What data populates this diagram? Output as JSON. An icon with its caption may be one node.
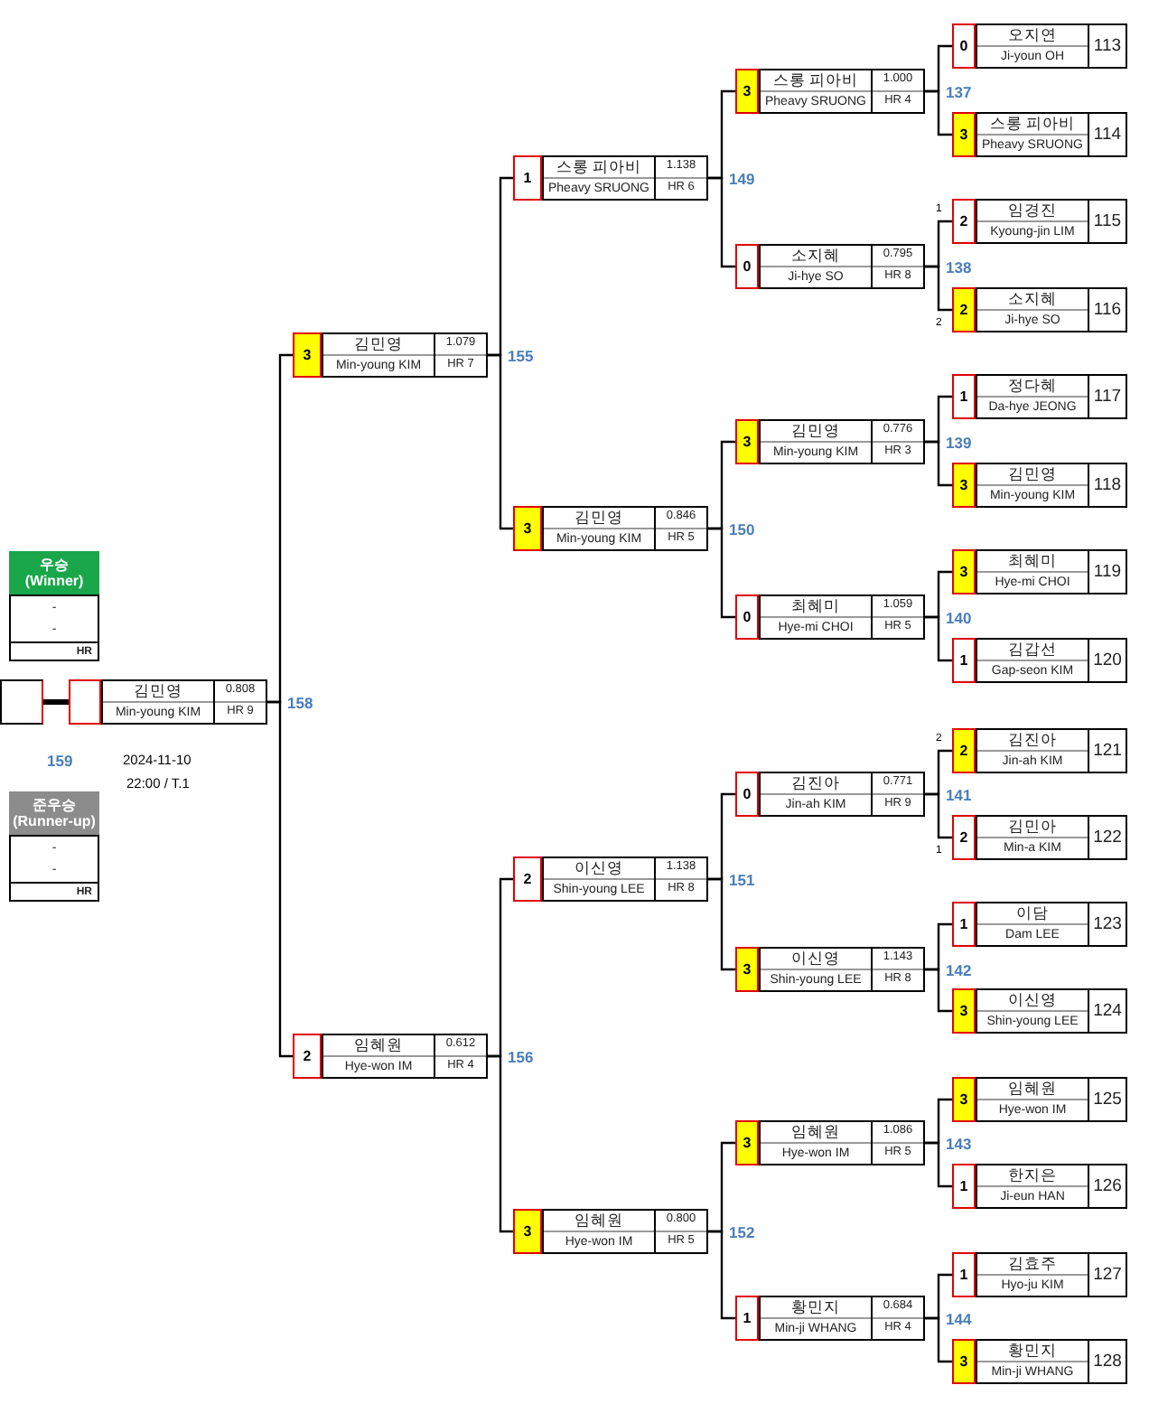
{
  "diagram": {
    "nodes": [
      {
        "text": [
          "우승 (Winner)",
          "-",
          "-",
          "HR"
        ]
      },
      {
        "text": [
          "준우승 (Runner-up)",
          "-",
          "-",
          "HR"
        ]
      },
      {
        "text": [],
        "shape": "box"
      },
      {
        "text": [
          "김민영",
          "Min-young KIM",
          "0.808",
          "HR 9"
        ]
      },
      {
        "text": [
          "3",
          "김민영",
          "Min-young KIM",
          "1.079",
          "HR 7"
        ]
      },
      {
        "text": [
          "2",
          "임혜원",
          "Hye-won IM",
          "0.612",
          "HR 4"
        ]
      },
      {
        "text": [
          "1",
          "스롱 피아비",
          "Pheavy SRUONG",
          "1.138",
          "HR 6"
        ]
      },
      {
        "text": [
          "3",
          "김민영",
          "Min-young KIM",
          "0.846",
          "HR 5"
        ]
      },
      {
        "text": [
          "2",
          "이신영",
          "Shin-young LEE",
          "1.138",
          "HR 8"
        ]
      },
      {
        "text": [
          "3",
          "임혜원",
          "Hye-won IM",
          "0.800",
          "HR 5"
        ]
      },
      {
        "text": [
          "3",
          "스롱 피아비",
          "Pheavy SRUONG",
          "1.000",
          "HR 4"
        ]
      },
      {
        "text": [
          "0",
          "소지혜",
          "Ji-hye SO",
          "0.795",
          "HR 8"
        ]
      },
      {
        "text": [
          "3",
          "김민영",
          "Min-young KIM",
          "0.776",
          "HR 3"
        ]
      },
      {
        "text": [
          "0",
          "최혜미",
          "Hye-mi CHOI",
          "1.059",
          "HR 5"
        ]
      },
      {
        "text": [
          "0",
          "김진아",
          "Jin-ah KIM",
          "0.771",
          "HR 9"
        ]
      },
      {
        "text": [
          "3",
          "이신영",
          "Shin-young LEE",
          "1.143",
          "HR 8"
        ]
      },
      {
        "text": [
          "3",
          "임혜원",
          "Hye-won IM",
          "1.086",
          "HR 5"
        ]
      },
      {
        "text": [
          "1",
          "황민지",
          "Min-ji WHANG",
          "0.684",
          "HR 4"
        ]
      },
      {
        "text": [
          "0",
          "오지연",
          "Ji-youn OH",
          "113"
        ]
      },
      {
        "text": [
          "3",
          "스롱 피아비",
          "Pheavy SRUONG",
          "114"
        ]
      },
      {
        "text": [
          "2",
          "임경진",
          "Kyoung-jin LIM",
          "115"
        ],
        "beside": [
          "1"
        ]
      },
      {
        "text": [
          "2",
          "소지혜",
          "Ji-hye SO",
          "116"
        ],
        "beside": [
          "2"
        ]
      },
      {
        "text": [
          "1",
          "정다혜",
          "Da-hye JEONG",
          "117"
        ]
      },
      {
        "text": [
          "3",
          "김민영",
          "Min-young KIM",
          "118"
        ]
      },
      {
        "text": [
          "3",
          "최혜미",
          "Hye-mi CHOI",
          "119"
        ]
      },
      {
        "text": [
          "1",
          "김갑선",
          "Gap-seon KIM",
          "120"
        ]
      },
      {
        "text": [
          "2",
          "김진아",
          "Jin-ah KIM",
          "121"
        ],
        "beside": [
          "2"
        ]
      },
      {
        "text": [
          "2",
          "김민아",
          "Min-a KIM",
          "122"
        ],
        "beside": [
          "1"
        ]
      },
      {
        "text": [
          "1",
          "이담",
          "Dam LEE",
          "123"
        ]
      },
      {
        "text": [
          "3",
          "이신영",
          "Shin-young LEE",
          "124"
        ]
      },
      {
        "text": [
          "3",
          "임혜원",
          "Hye-won IM",
          "125"
        ]
      },
      {
        "text": [
          "1",
          "한지은",
          "Ji-eun HAN",
          "126"
        ]
      },
      {
        "text": [
          "1",
          "김효주",
          "Hyo-ju KIM",
          "127"
        ]
      },
      {
        "text": [
          "3",
          "황민지",
          "Min-ji WHANG",
          "128"
        ]
      }
    ],
    "edges": [
      {
        "from": 2,
        "to": 3,
        "arrow": "none",
        "style": "thick"
      },
      {
        "from": 4,
        "to": 3,
        "arrow": "none",
        "label": "158"
      },
      {
        "from": 5,
        "to": 3,
        "arrow": "none"
      },
      {
        "from": 6,
        "to": 4,
        "arrow": "none",
        "label": "155"
      },
      {
        "from": 7,
        "to": 4,
        "arrow": "none"
      },
      {
        "from": 8,
        "to": 5,
        "arrow": "none",
        "label": "156"
      },
      {
        "from": 9,
        "to": 5,
        "arrow": "none"
      },
      {
        "from": 10,
        "to": 6,
        "arrow": "none",
        "label": "149"
      },
      {
        "from": 11,
        "to": 6,
        "arrow": "none"
      },
      {
        "from": 12,
        "to": 7,
        "arrow": "none",
        "label": "150"
      },
      {
        "from": 13,
        "to": 7,
        "arrow": "none"
      },
      {
        "from": 14,
        "to": 8,
        "arrow": "none",
        "label": "151"
      },
      {
        "from": 15,
        "to": 8,
        "arrow": "none"
      },
      {
        "from": 16,
        "to": 9,
        "arrow": "none",
        "label": "152"
      },
      {
        "from": 17,
        "to": 9,
        "arrow": "none"
      },
      {
        "from": 18,
        "to": 10,
        "arrow": "none",
        "label": "137"
      },
      {
        "from": 19,
        "to": 10,
        "arrow": "none"
      },
      {
        "from": 20,
        "to": 11,
        "arrow": "none",
        "label": "138"
      },
      {
        "from": 21,
        "to": 11,
        "arrow": "none"
      },
      {
        "from": 22,
        "to": 12,
        "arrow": "none",
        "label": "139"
      },
      {
        "from": 23,
        "to": 12,
        "arrow": "none"
      },
      {
        "from": 24,
        "to": 13,
        "arrow": "none",
        "label": "140"
      },
      {
        "from": 25,
        "to": 13,
        "arrow": "none"
      },
      {
        "from": 26,
        "to": 14,
        "arrow": "none",
        "label": "141"
      },
      {
        "from": 27,
        "to": 14,
        "arrow": "none"
      },
      {
        "from": 28,
        "to": 15,
        "arrow": "none",
        "label": "142"
      },
      {
        "from": 29,
        "to": 15,
        "arrow": "none"
      },
      {
        "from": 30,
        "to": 16,
        "arrow": "none",
        "label": "143"
      },
      {
        "from": 31,
        "to": 16,
        "arrow": "none"
      },
      {
        "from": 32,
        "to": 17,
        "arrow": "none",
        "label": "144"
      },
      {
        "from": 33,
        "to": 17,
        "arrow": "none"
      }
    ],
    "labels": [
      "159",
      "2024-11-10",
      "22:00 / T.1"
    ]
  }
}
